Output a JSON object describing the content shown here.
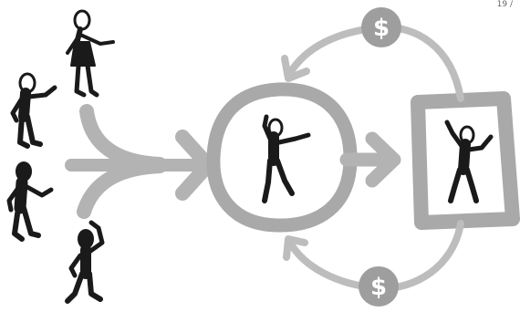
{
  "corner_label": "19 /",
  "coin_symbol": "$",
  "colors": {
    "figure": "#1a1a1a",
    "arrow_gray": "#b3b3b3",
    "ring_gray": "#a9a9a9",
    "coin_gray": "#9e9e9e",
    "background": "#ffffff"
  },
  "figures": [
    {
      "name": "person-top-left",
      "kind": "woman"
    },
    {
      "name": "person-mid-left",
      "kind": "man"
    },
    {
      "name": "person-lower-left",
      "kind": "man-dark"
    },
    {
      "name": "person-bottom",
      "kind": "man-waving"
    },
    {
      "name": "person-in-circle",
      "kind": "dancer"
    },
    {
      "name": "person-in-frame",
      "kind": "dancer"
    }
  ],
  "icons": {
    "coin_top": "dollar-coin-icon",
    "coin_bottom": "dollar-coin-icon"
  }
}
